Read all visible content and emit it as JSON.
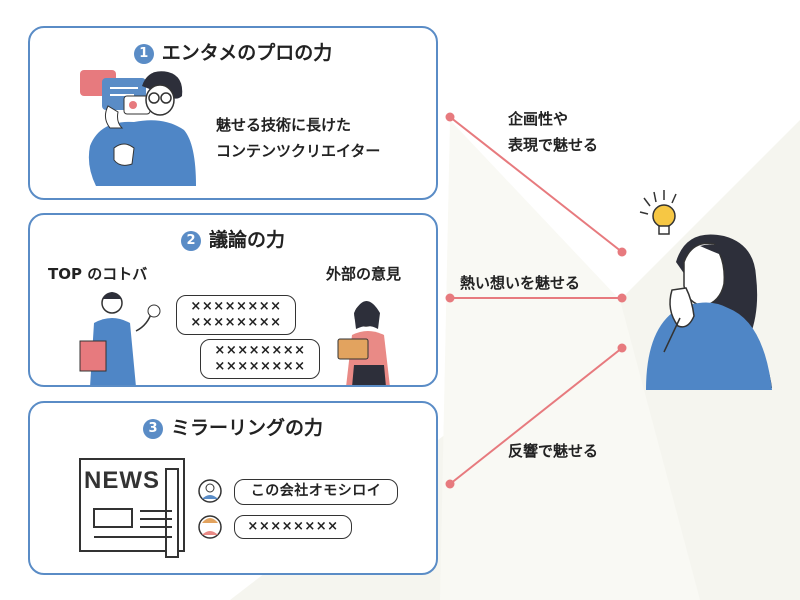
{
  "colors": {
    "accent": "#5a8cc6",
    "connector": "#e77a7e",
    "figure_blue": "#4f86c6"
  },
  "cards": [
    {
      "number": "1",
      "title": "エンタメのプロの力",
      "desc_lines": [
        "魅せる技術に長けた",
        "コンテンツクリエイター"
      ]
    },
    {
      "number": "2",
      "title": "議論の力",
      "left_label": "TOP のコトバ",
      "right_label": "外部の意見",
      "bubble_top": [
        "××××××××",
        "××××××××"
      ],
      "bubble_bottom": [
        "××××××××",
        "××××××××"
      ]
    },
    {
      "number": "3",
      "title": "ミラーリングの力",
      "newspaper_text": "NEWS",
      "chat1": "この会社オモシロイ",
      "chat2": "××××××××"
    }
  ],
  "connectors": [
    {
      "label_lines": [
        "企画性や",
        "表現で魅せる"
      ]
    },
    {
      "label_lines": [
        "熱い想いを魅せる"
      ]
    },
    {
      "label_lines": [
        "反響で魅せる"
      ]
    }
  ],
  "icons": [
    "lightbulb-icon",
    "person-icon",
    "speech-bubble-icon",
    "newspaper-icon",
    "avatar-icon"
  ]
}
